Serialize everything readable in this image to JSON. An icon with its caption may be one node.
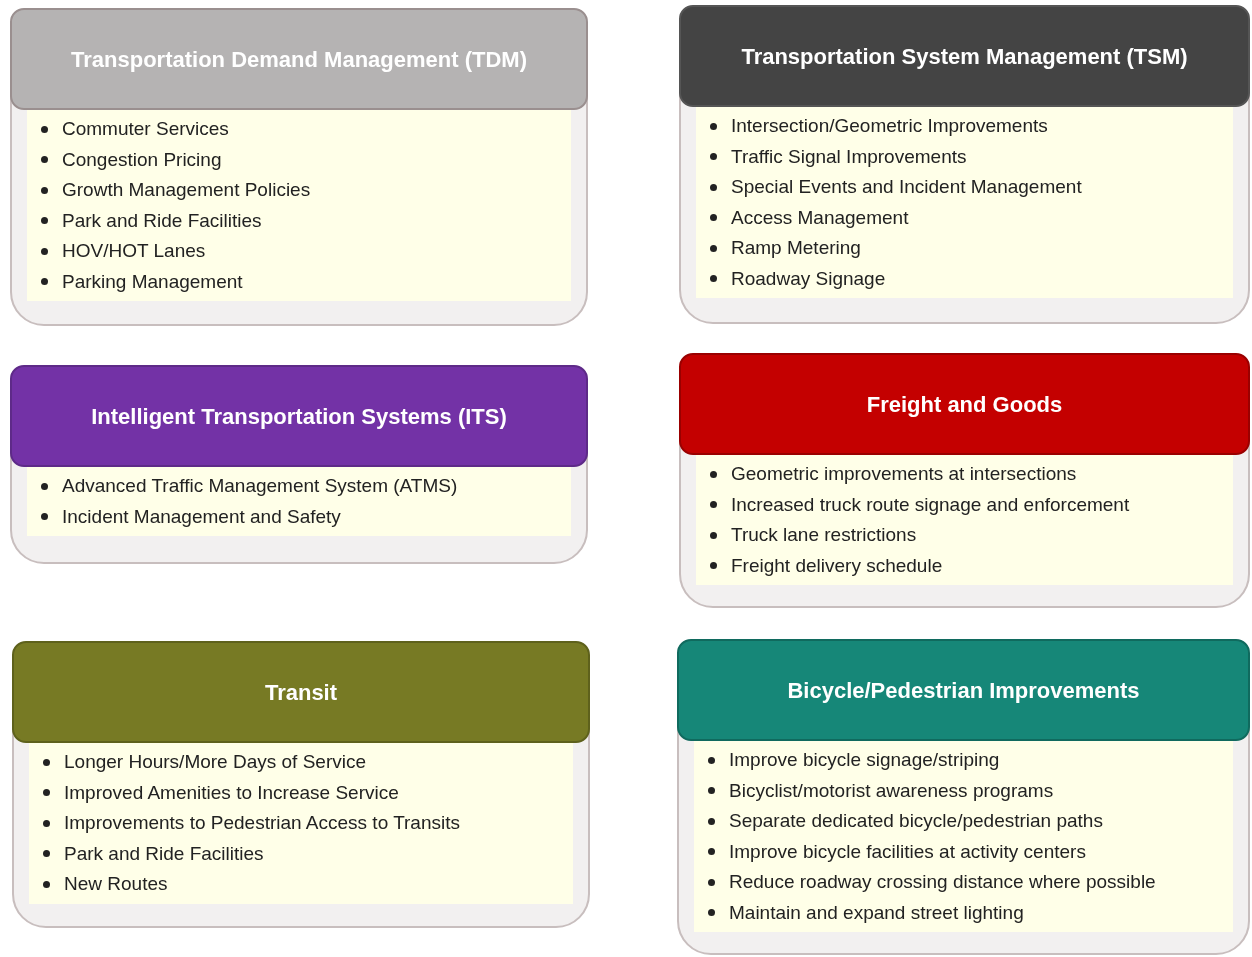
{
  "diagram": {
    "nodes": [
      {
        "text": [
          "Transportation Demand Management (TDM)",
          "Commuter Services",
          "Congestion Pricing",
          "Growth Management Policies",
          "Park and Ride Facilities",
          "HOV/HOT Lanes",
          "Parking Management"
        ]
      },
      {
        "text": [
          "Transportation System Management (TSM)",
          "Intersection/Geometric Improvements",
          "Traffic Signal Improvements",
          "Special Events and Incident Management",
          "Access Management",
          "Ramp Metering",
          "Roadway Signage"
        ]
      },
      {
        "text": [
          "Intelligent Transportation Systems (ITS)",
          "Advanced Traffic Management System (ATMS)",
          "Incident Management and Safety"
        ]
      },
      {
        "text": [
          "Freight and Goods",
          "Geometric improvements at intersections",
          "Increased truck route signage and enforcement",
          "Truck lane restrictions",
          "Freight delivery schedule"
        ]
      },
      {
        "text": [
          "Transit",
          "Longer Hours/More Days of Service",
          "Improved Amenities to Increase Service",
          "Improvements to Pedestrian Access to Transits",
          "Park and Ride Facilities",
          "New Routes"
        ]
      },
      {
        "text": [
          "Bicycle/Pedestrian Improvements",
          "Improve bicycle signage/striping",
          "Bicyclist/motorist awareness programs",
          "Separate dedicated bicycle/pedestrian paths",
          "Improve bicycle facilities at activity centers",
          "Reduce roadway crossing distance where possible",
          "Maintain and expand street lighting"
        ]
      }
    ],
    "edges": []
  }
}
